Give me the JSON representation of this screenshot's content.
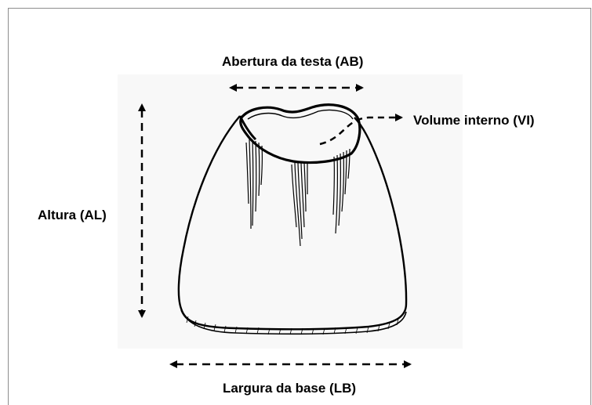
{
  "labels": {
    "opening": "Abertura da testa (AB)",
    "volume": "Volume interno (VI)",
    "height": "Altura (AL)",
    "base_width": "Largura da base (LB)"
  },
  "colors": {
    "ink": "#000000",
    "frame": "#8c8c8c",
    "paper_shadow": "#ededed"
  },
  "icons": {
    "shell": "tooth-shell-sketch",
    "arrows": "dashed-double-arrow"
  }
}
